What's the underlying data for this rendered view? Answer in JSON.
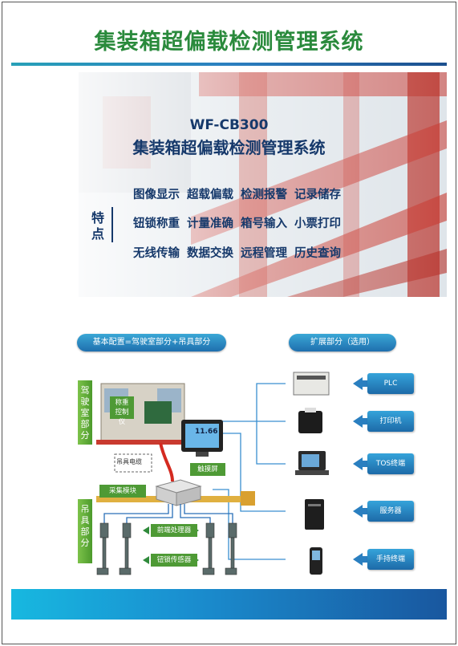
{
  "title": "集装箱超偏载检测管理系统",
  "banner": {
    "model": "WF-CB300",
    "system_name": "集装箱超偏载检测管理系统",
    "features_label": "特点",
    "features": [
      [
        "图像显示",
        "超载偏载",
        "检测报警",
        "记录储存"
      ],
      [
        "钮锁称重",
        "计量准确",
        "箱号输入",
        "小票打印"
      ],
      [
        "无线传输",
        "数据交换",
        "远程管理",
        "历史查询"
      ]
    ]
  },
  "diagram": {
    "basic_config": "基本配置=驾驶室部分+吊具部分",
    "extension": "扩展部分（选用）",
    "cab_section": "驾驶室部分",
    "spreader_section": "吊具部分",
    "weighing_controller": "称重控制仪",
    "spreader_cable": "吊具电缆",
    "touch_screen": "触摸屏",
    "screen_value": "11.66",
    "acquisition_module": "采集模块",
    "front_processor": "前端处理器",
    "lock_sensor": "钮锁传感器",
    "extensions": [
      "PLC",
      "打印机",
      "TOS终端",
      "服务器",
      "手持终端"
    ]
  },
  "colors": {
    "title_green": "#2a8a3c",
    "navy": "#16396b",
    "accent_blue": "#1f6fae",
    "green_tag": "#4e9a35"
  }
}
